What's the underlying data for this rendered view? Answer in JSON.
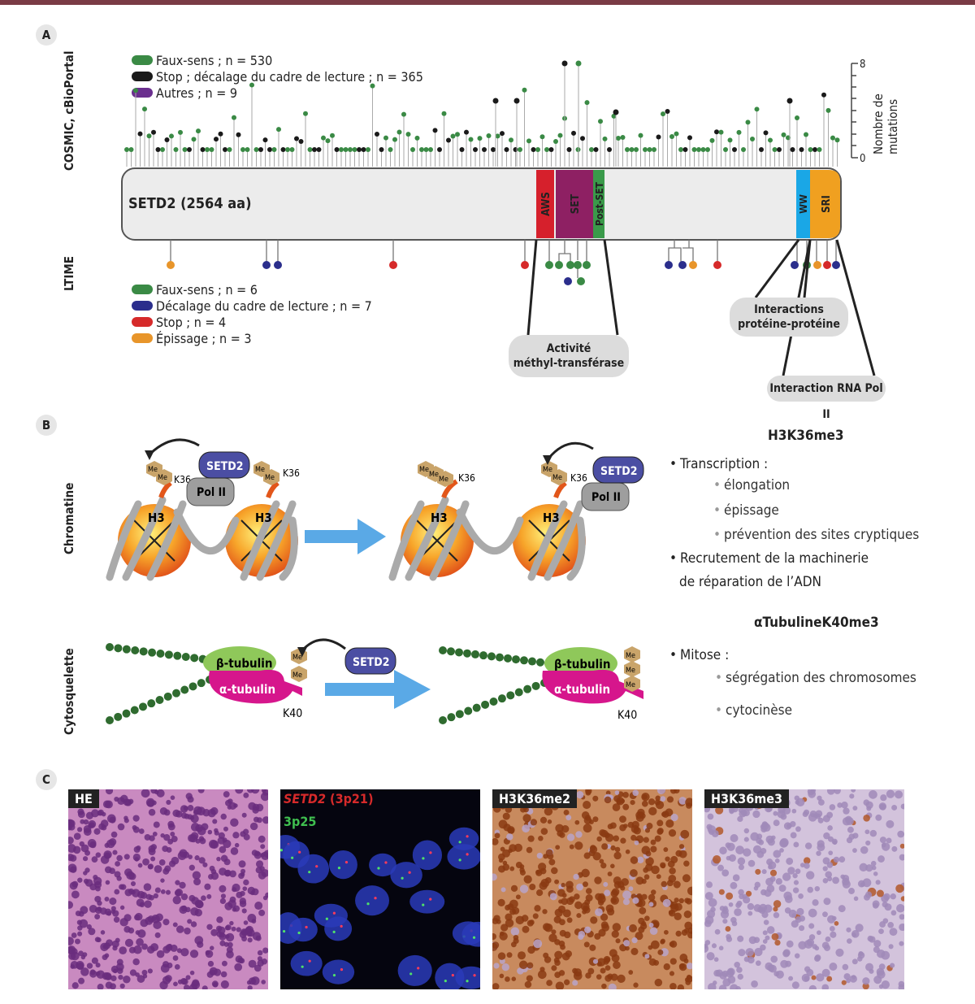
{
  "panels": {
    "a": "A",
    "b": "B",
    "c": "C"
  },
  "panel_a": {
    "side_label_top": "COSMIC, cBioPortal",
    "side_label_bottom": "LTIME",
    "protein_name": "SETD2 (2564 aa)",
    "domains": [
      "AWS",
      "SET",
      "Post-SET",
      "WW",
      "SRI"
    ],
    "axis_ticks": [
      "8",
      "0"
    ],
    "axis_title": [
      "Nombre de",
      "mutations"
    ],
    "legend_top": [
      {
        "label": "Faux-sens ; n = 530",
        "color": "#3a8a45"
      },
      {
        "label": "Stop ; décalage du  cadre de lecture ; n = 365",
        "color": "#1a1a1a"
      },
      {
        "label": "Autres ; n = 9",
        "color": "#6a2f8e"
      }
    ],
    "legend_bottom": [
      {
        "label": "Faux-sens ; n = 6",
        "color": "#3a8a45"
      },
      {
        "label": "Décalage du cadre de lecture ; n = 7",
        "color": "#2b2e8c"
      },
      {
        "label": "Stop ; n = 4",
        "color": "#d62a2a"
      },
      {
        "label": "Épissage ; n = 3",
        "color": "#e8952a"
      }
    ],
    "callouts": {
      "methyl": [
        "Activité",
        "méthyl-transférase"
      ],
      "ppi": [
        "Interactions",
        "protéine-protéine"
      ],
      "rnapol": "Interaction RNA Pol II"
    }
  },
  "panel_b": {
    "side_label_chromatin": "Chromatine",
    "side_label_cyto": "Cytosquelette",
    "enzyme": "SETD2",
    "pol": "Pol II",
    "histone": "H3",
    "k36": "K36",
    "me": "Me",
    "beta_tubulin": "β-tubulin",
    "alpha_tubulin": "α-tubulin",
    "k40": "K40",
    "h3_title": "H3K36me3",
    "h3_items": {
      "transcription": "Transcription :",
      "elong": "élongation",
      "episs": "épissage",
      "crypt": "prévention des sites cryptiques",
      "recrut1": "Recrutement de la machinerie",
      "recrut2": "de réparation de l’ADN"
    },
    "tub_title": "αTubulineK40me3",
    "tub_items": {
      "mitose": "Mitose :",
      "segr": "ségrégation des chromosomes",
      "cyto": "cytocinèse"
    }
  },
  "panel_c": {
    "labels": [
      "HE",
      "3p25",
      "H3K36me2",
      "H3K36me3"
    ],
    "fish_red": "SETD2",
    "fish_red_loc": "(3p21)"
  }
}
